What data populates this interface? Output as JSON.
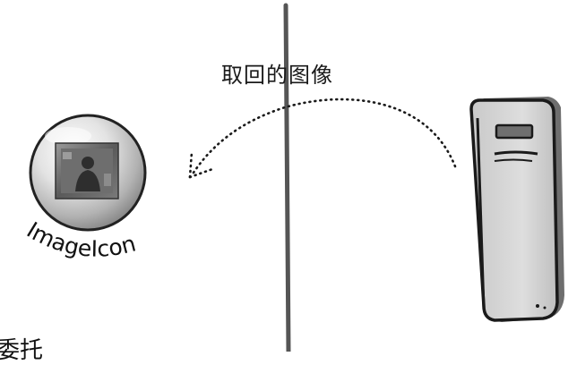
{
  "caption": "取回的图像",
  "icon_label": "ImageIcon",
  "cut_text": "委托",
  "icons": {
    "image_icon": "image-icon",
    "remote_device": "server-device-icon"
  },
  "colors": {
    "ink": "#1a1a1a",
    "divider": "#555555",
    "sphere_light": "#f0f0f0",
    "sphere_dark": "#8a8a8a",
    "device_body": "#d9d9d9"
  }
}
